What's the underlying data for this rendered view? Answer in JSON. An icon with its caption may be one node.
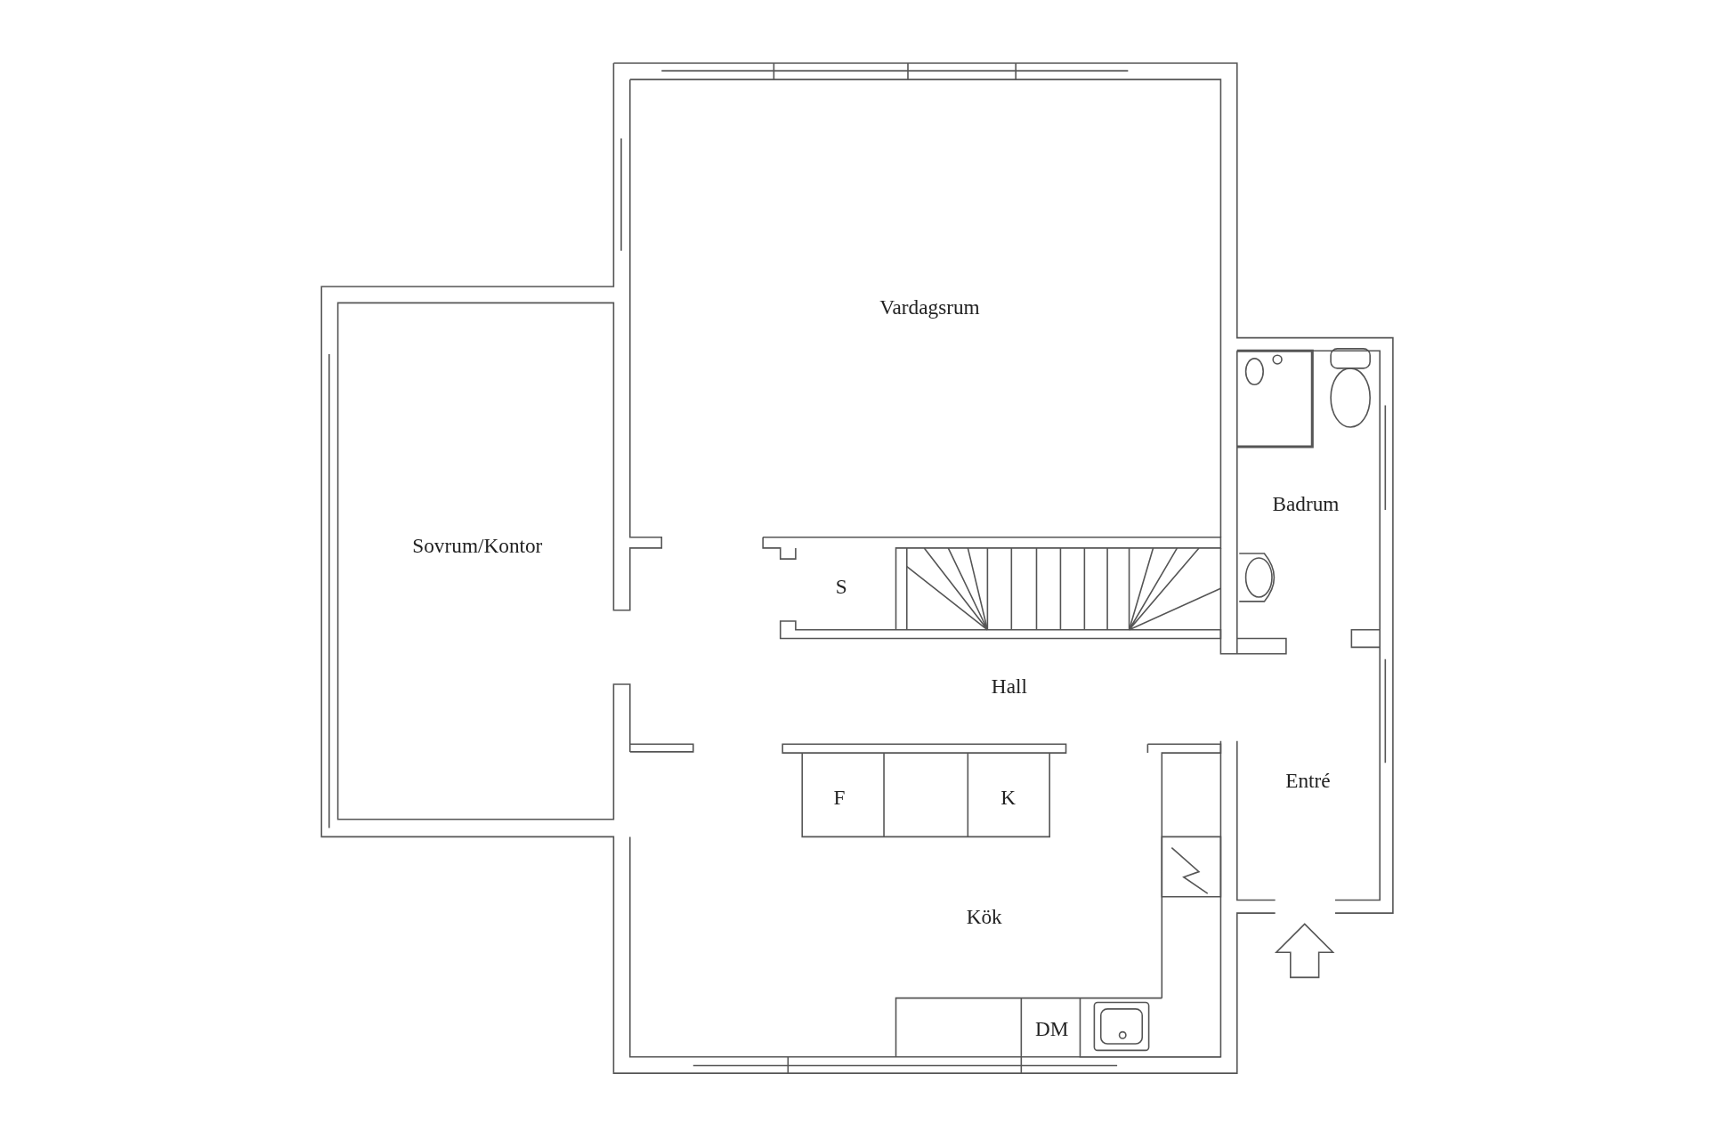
{
  "diagram": {
    "labels": [
      "Vardagsrum",
      "Badrum",
      "Sovrum/Kontor",
      "S",
      "Hall",
      "Entré",
      "F",
      "K",
      "Kök",
      "DM"
    ]
  }
}
